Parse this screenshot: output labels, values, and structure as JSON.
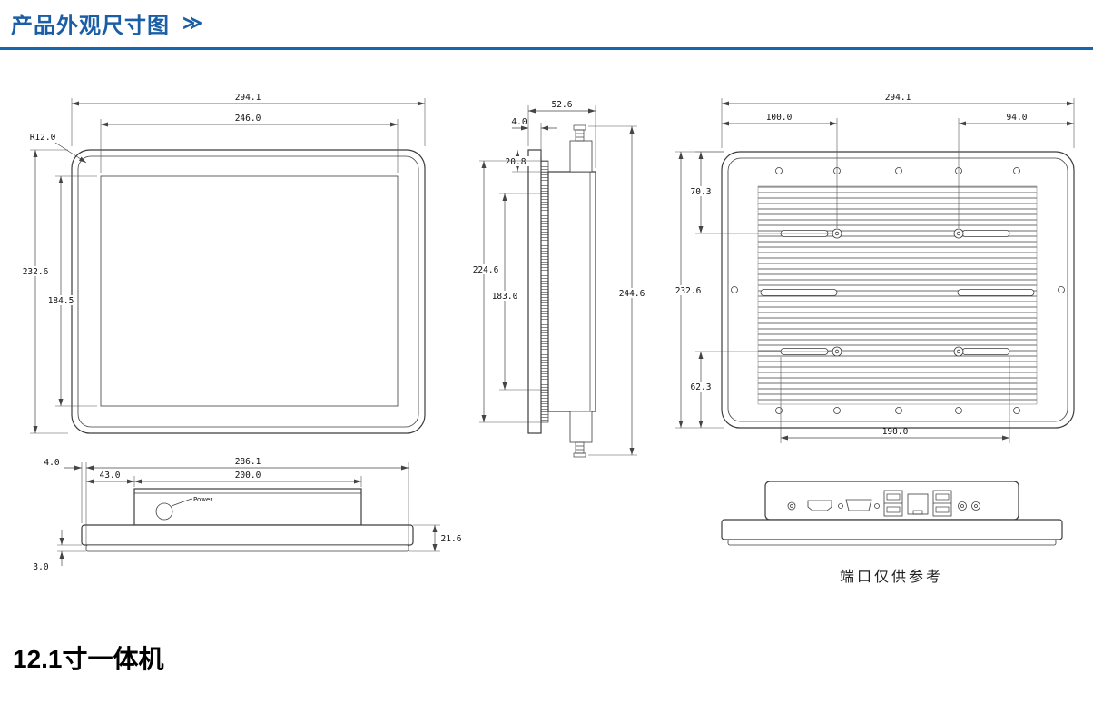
{
  "page": {
    "title": "产品外观尺寸图",
    "title_chevron": "≫",
    "accent_color": "#1766b0",
    "footer_title": "12.1寸一体机"
  },
  "front_view": {
    "width_outer": "294.1",
    "width_screen": "246.0",
    "corner_radius": "R12.0",
    "height_outer": "232.6",
    "height_screen": "184.5"
  },
  "side_view": {
    "depth_total": "52.6",
    "bezel_thickness": "4.0",
    "front_offset": "20.8",
    "height_panel": "224.6",
    "height_screen": "183.0",
    "height_total": "244.6"
  },
  "back_view": {
    "width_outer": "294.1",
    "hole_offset_left": "100.0",
    "hole_offset_right": "94.0",
    "hole_offset_top": "70.3",
    "height_outer": "232.6",
    "hole_offset_bottom": "62.3",
    "hole_spacing": "190.0"
  },
  "bottom_view": {
    "edge_offset": "4.0",
    "body_offset": "43.0",
    "width_inner": "286.1",
    "body_width": "200.0",
    "thickness": "21.6",
    "glass_thickness": "3.0",
    "power_label": "Power"
  },
  "ports_view": {
    "note": "端口仅供参考"
  }
}
